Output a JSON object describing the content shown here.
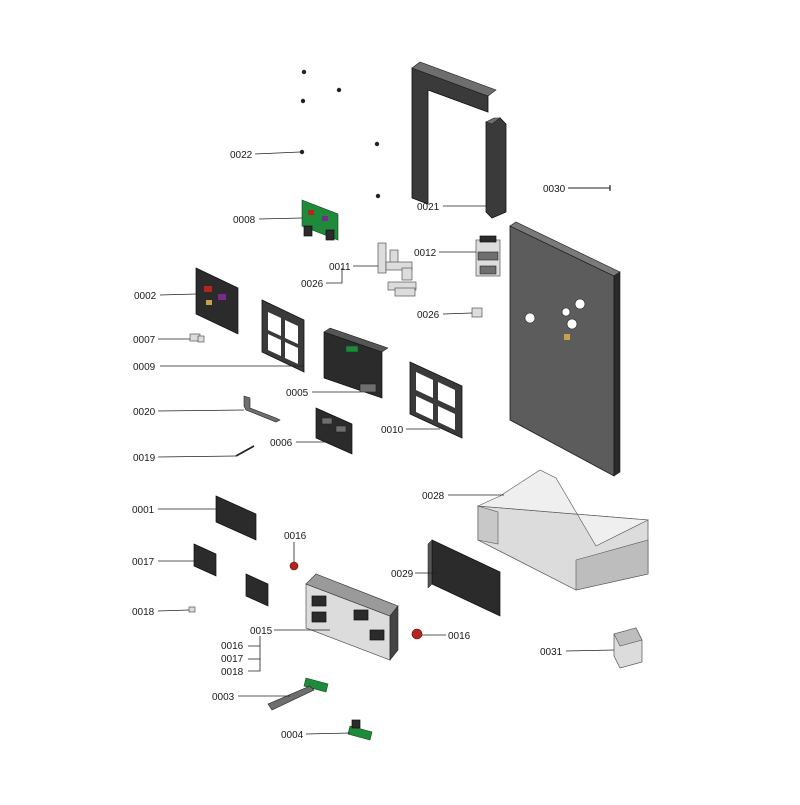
{
  "labels": {
    "l0022": "0022",
    "l0008": "0008",
    "l0021": "0021",
    "l0030": "0030",
    "l0011": "0011",
    "l0026a": "0026",
    "l0012": "0012",
    "l0002": "0002",
    "l0026b": "0026",
    "l0007": "0007",
    "l0009": "0009",
    "l0005": "0005",
    "l0020": "0020",
    "l0010": "0010",
    "l0006": "0006",
    "l0019": "0019",
    "l0028": "0028",
    "l0001": "0001",
    "l0016a": "0016",
    "l0017a": "0017",
    "l0029": "0029",
    "l0018a": "0018",
    "l0015": "0015",
    "l0016b": "0016",
    "l0016c": "0016",
    "l0017b": "0017",
    "l0018b": "0018",
    "l0031": "0031",
    "l0003": "0003",
    "l0004": "0004"
  },
  "colors": {
    "line": "#222222",
    "frame": "#3a3a3a",
    "board": "#1f8a3a",
    "tray": "#dcdcdc",
    "red_part": "#b3261e"
  }
}
